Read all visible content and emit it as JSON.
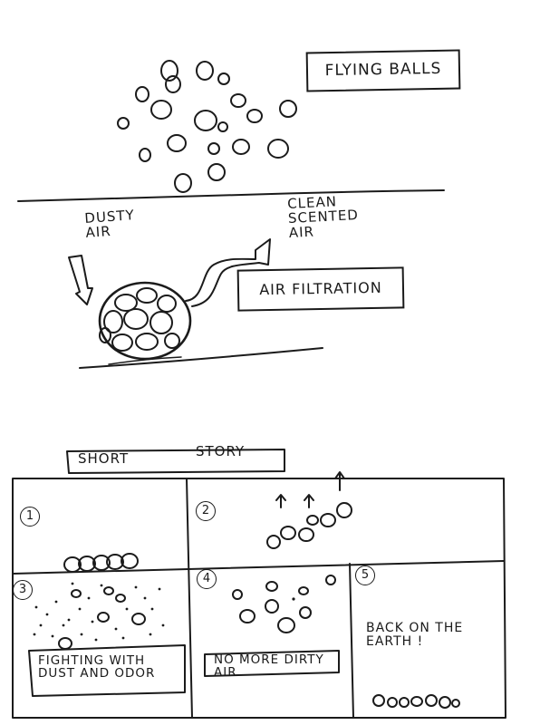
{
  "top": {
    "title": "FLYING BALLS",
    "dusty_air": "DUSTY\nAIR",
    "clean_air": "CLEAN\nSCENTED\nAIR",
    "air_filtration": "AIR FILTRATION"
  },
  "story": {
    "title_left": "SHORT",
    "title_right": "STORY",
    "panels": [
      {
        "number": "1",
        "caption": ""
      },
      {
        "number": "2",
        "caption": ""
      },
      {
        "number": "3",
        "caption": "FIGHTING WITH\nDUST AND ODOR"
      },
      {
        "number": "4",
        "caption": "NO MORE DIRTY\nAIR"
      },
      {
        "number": "5",
        "caption": "BACK ON THE\nEARTH !"
      }
    ]
  },
  "colors": {
    "ink": "#1b1b1b",
    "paper": "#ffffff"
  }
}
